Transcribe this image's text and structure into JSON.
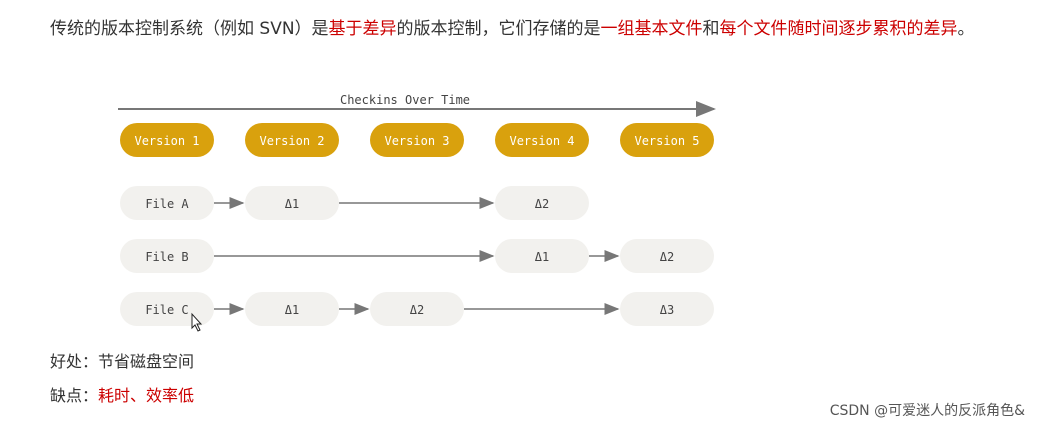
{
  "intro": {
    "parts": [
      {
        "text": "传统的版本控制系统（例如 SVN）是",
        "highlight": false
      },
      {
        "text": "基于差异",
        "highlight": true
      },
      {
        "text": "的版本控制，它们存储的是",
        "highlight": false
      },
      {
        "text": "一组基本文件",
        "highlight": true
      },
      {
        "text": "和",
        "highlight": false
      },
      {
        "text": "每个文件随时间逐步累积的差异",
        "highlight": true
      },
      {
        "text": "。",
        "highlight": false
      }
    ]
  },
  "diagram": {
    "timeline_label": "Checkins Over Time",
    "versions": [
      "Version 1",
      "Version 2",
      "Version 3",
      "Version 4",
      "Version 5"
    ],
    "rows": [
      {
        "file": "File A",
        "cells": [
          "",
          "Δ1",
          "",
          "Δ2",
          ""
        ]
      },
      {
        "file": "File B",
        "cells": [
          "",
          "",
          "",
          "Δ1",
          "Δ2"
        ]
      },
      {
        "file": "File C",
        "cells": [
          "",
          "Δ1",
          "Δ2",
          "",
          "Δ3"
        ]
      }
    ],
    "colors": {
      "version_fill": "#d9a10d",
      "version_text": "#ffffff",
      "cell_fill": "#f2f1ee",
      "cell_text": "#444444",
      "arrow": "#777777"
    }
  },
  "pros": {
    "label": "好处：",
    "text": "节省磁盘空间"
  },
  "cons": {
    "label": "缺点：",
    "text": "耗时、效率低"
  },
  "watermark": "CSDN @可爱迷人的反派角色&"
}
